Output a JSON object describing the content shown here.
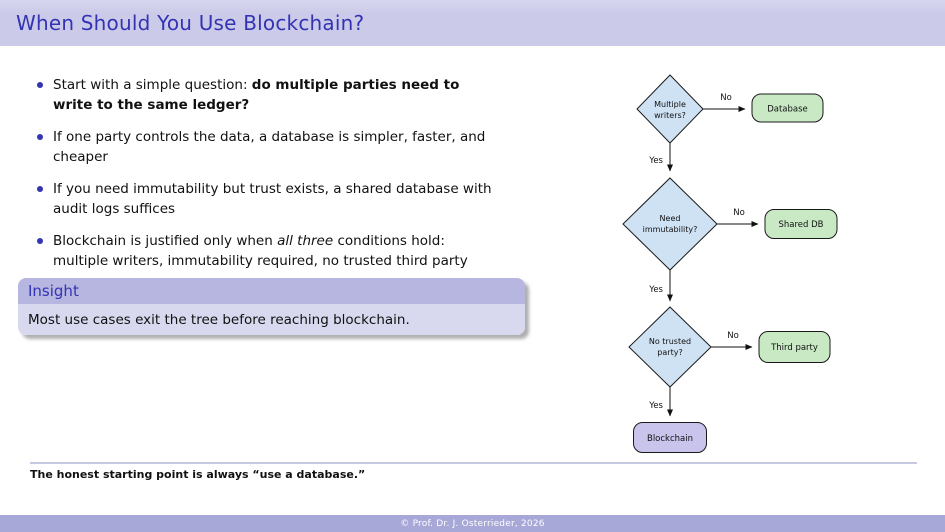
{
  "slide": {
    "title": "When Should You Use Blockchain?",
    "footnote": "The honest starting point is always “use a database.”",
    "copyright": "© Prof. Dr. J. Osterrieder, 2026"
  },
  "bullets": [
    {
      "runs": [
        {
          "text": "Start with a simple question: "
        },
        {
          "text": "do multiple parties need to write to the same ledger?",
          "bold": true
        }
      ]
    },
    {
      "runs": [
        {
          "text": "If one party controls the data, a database is simpler, faster, and cheaper"
        }
      ]
    },
    {
      "runs": [
        {
          "text": "If you need immutability but trust exists, a shared database with audit logs suffices"
        }
      ]
    },
    {
      "runs": [
        {
          "text": "Blockchain is justified only when "
        },
        {
          "text": "all three",
          "italic": true
        },
        {
          "text": " conditions hold: multiple writers, immutability required, no trusted third party"
        }
      ]
    }
  ],
  "insight": {
    "title": "Insight",
    "body": "Most use cases exit the tree before reaching blockchain."
  },
  "flowchart": {
    "yes_label": "Yes",
    "no_label": "No",
    "decisions": [
      {
        "line1": "Multiple",
        "line2": "writers?"
      },
      {
        "line1": "Need",
        "line2": "immutability?"
      },
      {
        "line1": "No trusted",
        "line2": "party?"
      }
    ],
    "outcomes": {
      "database": "Database",
      "shared_db": "Shared DB",
      "third_party": "Third party",
      "blockchain": "Blockchain"
    }
  },
  "colors": {
    "accent": "#3333b3",
    "titlebar_bg": "#cbcbe9",
    "decision_fill": "#cfe2f4",
    "outcome_green": "#c8e9c4",
    "outcome_purple": "#c8c4eb",
    "bottombar_bg": "#a7a7d8"
  }
}
